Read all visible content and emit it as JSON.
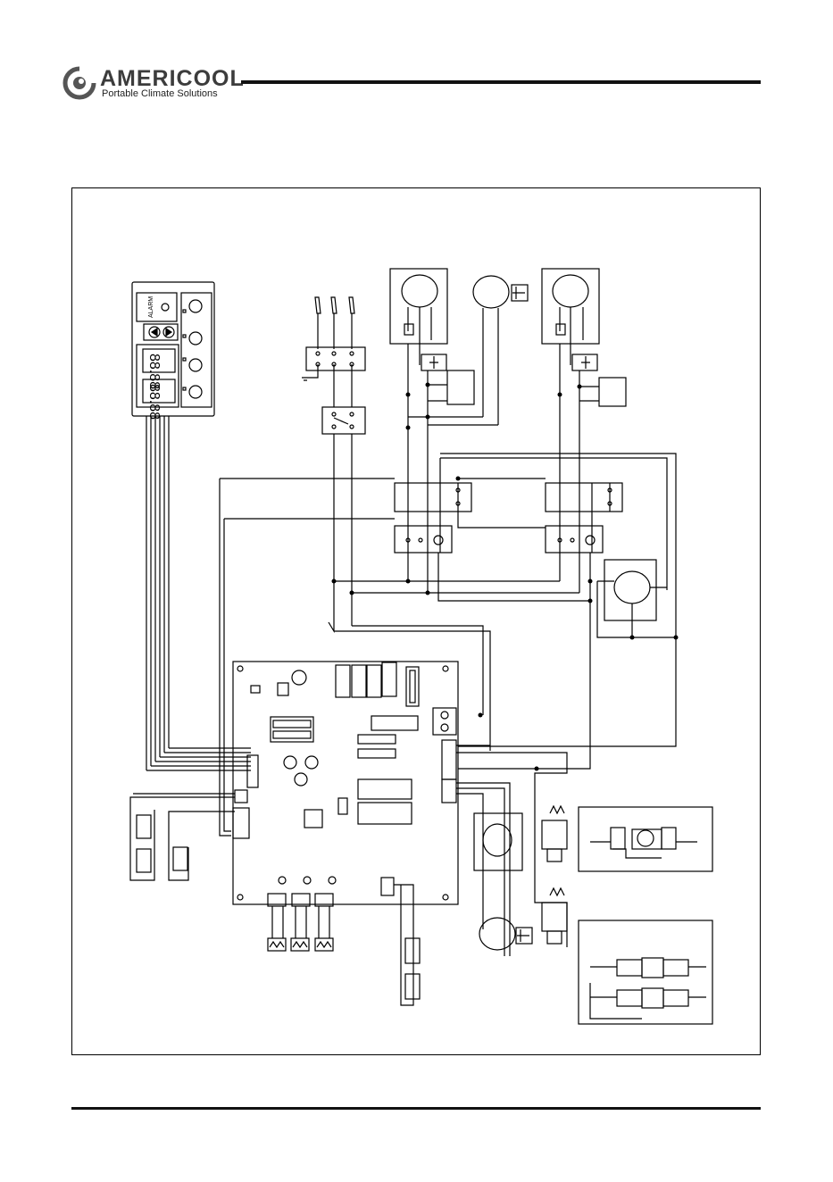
{
  "header": {
    "brand_name": "AMERICOOL",
    "tagline": "Portable Climate Solutions"
  },
  "control_panel": {
    "alarm_label": "ALARM",
    "display_digits": [
      "88.88",
      "88.88"
    ]
  },
  "colors": {
    "line": "#000000",
    "brand_gray": "#3c3c3c",
    "background": "#ffffff"
  },
  "icons": [
    "logo-swirl-icon",
    "fan-icon",
    "power-icon",
    "up-arrow-icon",
    "down-arrow-icon"
  ]
}
